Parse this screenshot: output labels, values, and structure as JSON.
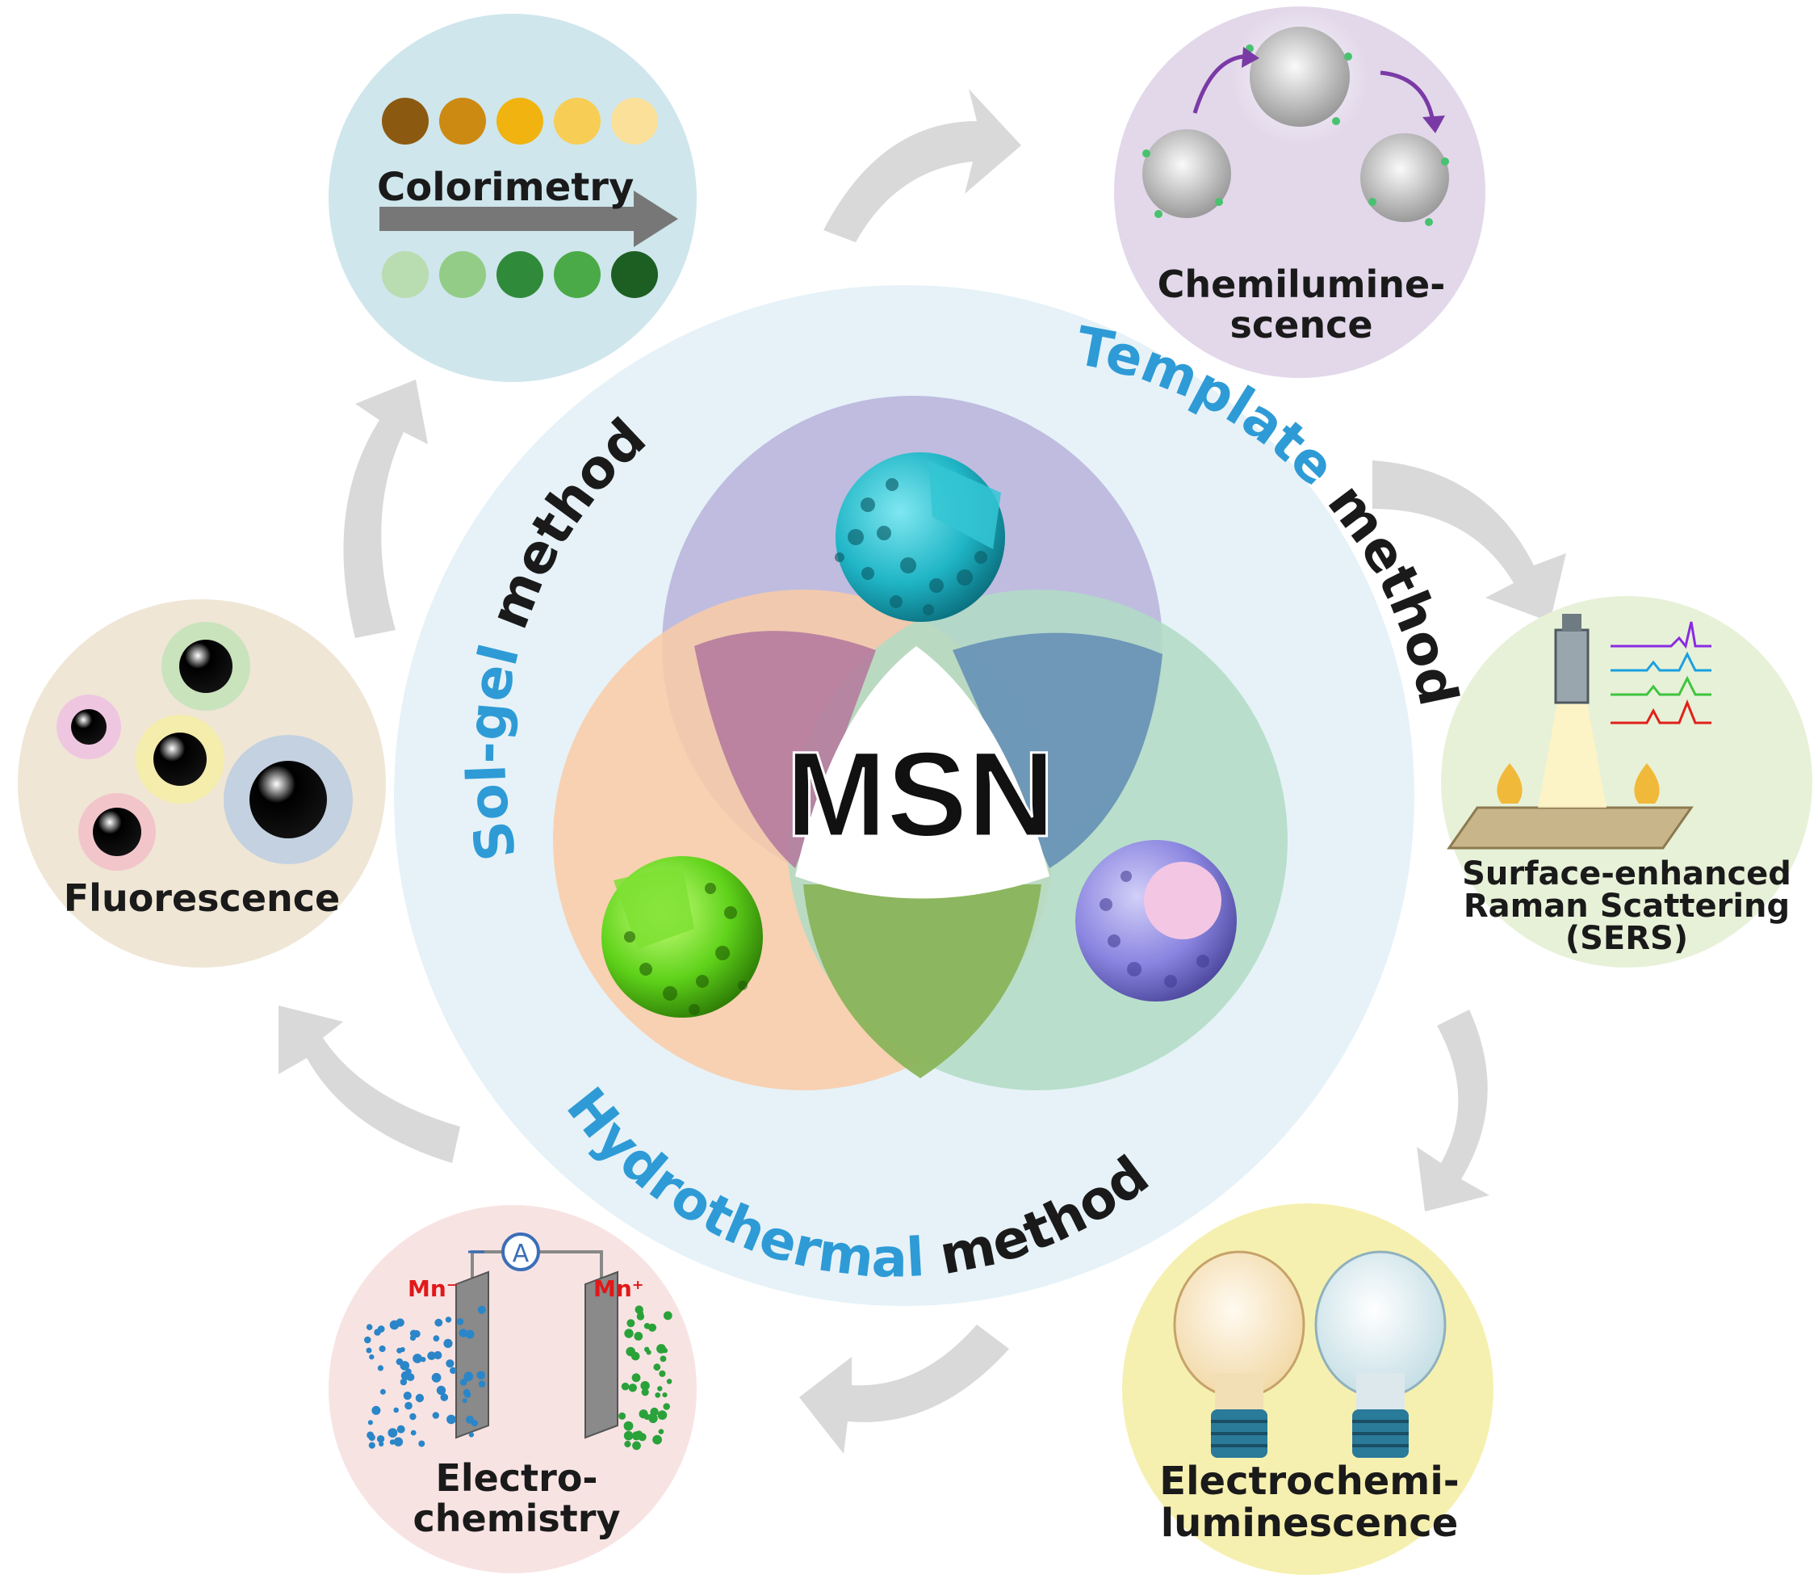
{
  "center": {
    "label": "MSN"
  },
  "methods": {
    "sol_gel": {
      "colored": "Sol-gel ",
      "plain": "method"
    },
    "template": {
      "colored": "Template ",
      "plain": "method"
    },
    "hydrothermal": {
      "colored": "Hydrothermal ",
      "plain": "method"
    }
  },
  "applications": {
    "colorimetry": {
      "label": "Colorimetry"
    },
    "chemiluminescence": {
      "line1": "Chemilumine-",
      "line2": "scence"
    },
    "sers": {
      "line1": "Surface-enhanced",
      "line2": "Raman Scattering",
      "line3": "(SERS)"
    },
    "ecl": {
      "line1": "Electrochemi-",
      "line2": "luminescence"
    },
    "electrochemistry": {
      "line1": "Electro-",
      "line2": "chemistry",
      "anode_label": "Mn⁻",
      "cathode_label": "Mn⁺",
      "meter": "A"
    },
    "fluorescence": {
      "label": "Fluorescence"
    }
  },
  "colors": {
    "method_accent": "#2e9bd6",
    "text_dark": "#1a1a1a",
    "ring_bg": "#e6f2f8",
    "venn_purple": "#b7b3dc",
    "venn_orange": "#f9cba6",
    "venn_green": "#b0dcc4",
    "colorimetry_bg": "#cfe6ec",
    "chemi_bg": "#e2d8ea",
    "sers_bg": "#e7f1d8",
    "ecl_bg": "#f6f0b0",
    "electro_bg": "#f8e3e3",
    "fluor_bg": "#efe6d5",
    "arrow_gray": "#d9d9d9"
  },
  "colorimetry_dots": {
    "top": [
      "#8b5a10",
      "#cc8a12",
      "#f0b310",
      "#f8cd55",
      "#fbe09a"
    ],
    "bottom": [
      "#b9dcb0",
      "#93cc86",
      "#2f8a3a",
      "#4aaa47",
      "#1d5e22"
    ]
  }
}
